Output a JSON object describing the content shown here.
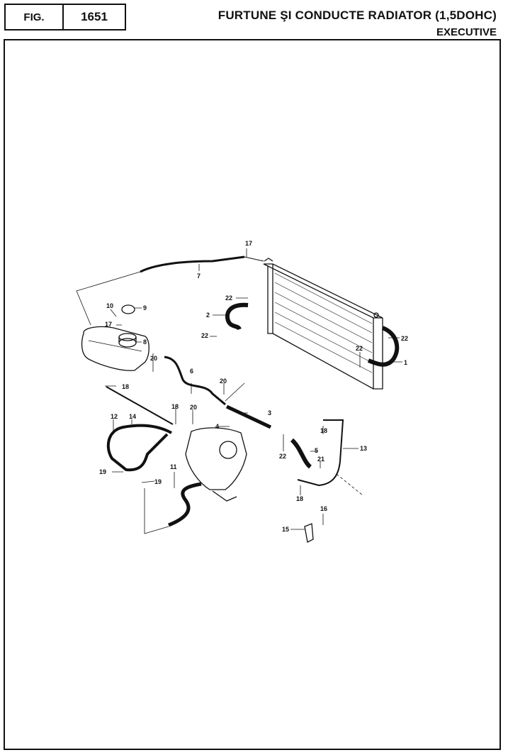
{
  "header": {
    "fig_label": "FIG.",
    "fig_number": "1651",
    "title": "FURTUNE ŞI CONDUCTE RADIATOR (1,5DOHC)",
    "subtitle": "EXECUTIVE"
  },
  "callouts": {
    "c1": "1",
    "c2": "2",
    "c3": "3",
    "c4": "4",
    "c5": "5",
    "c6": "6",
    "c7": "7",
    "c8": "8",
    "c9": "9",
    "c10": "10",
    "c11": "11",
    "c12": "12",
    "c13": "13",
    "c14": "14",
    "c15": "15",
    "c16": "16",
    "c17a": "17",
    "c17b": "17",
    "c18a": "18",
    "c18b": "18",
    "c18c": "18",
    "c18d": "18",
    "c19a": "19",
    "c19b": "19",
    "c20a": "20",
    "c20b": "20",
    "c20c": "20",
    "c21": "21",
    "c22a": "22",
    "c22b": "22",
    "c22c": "22",
    "c22d": "22",
    "c22e": "22"
  }
}
